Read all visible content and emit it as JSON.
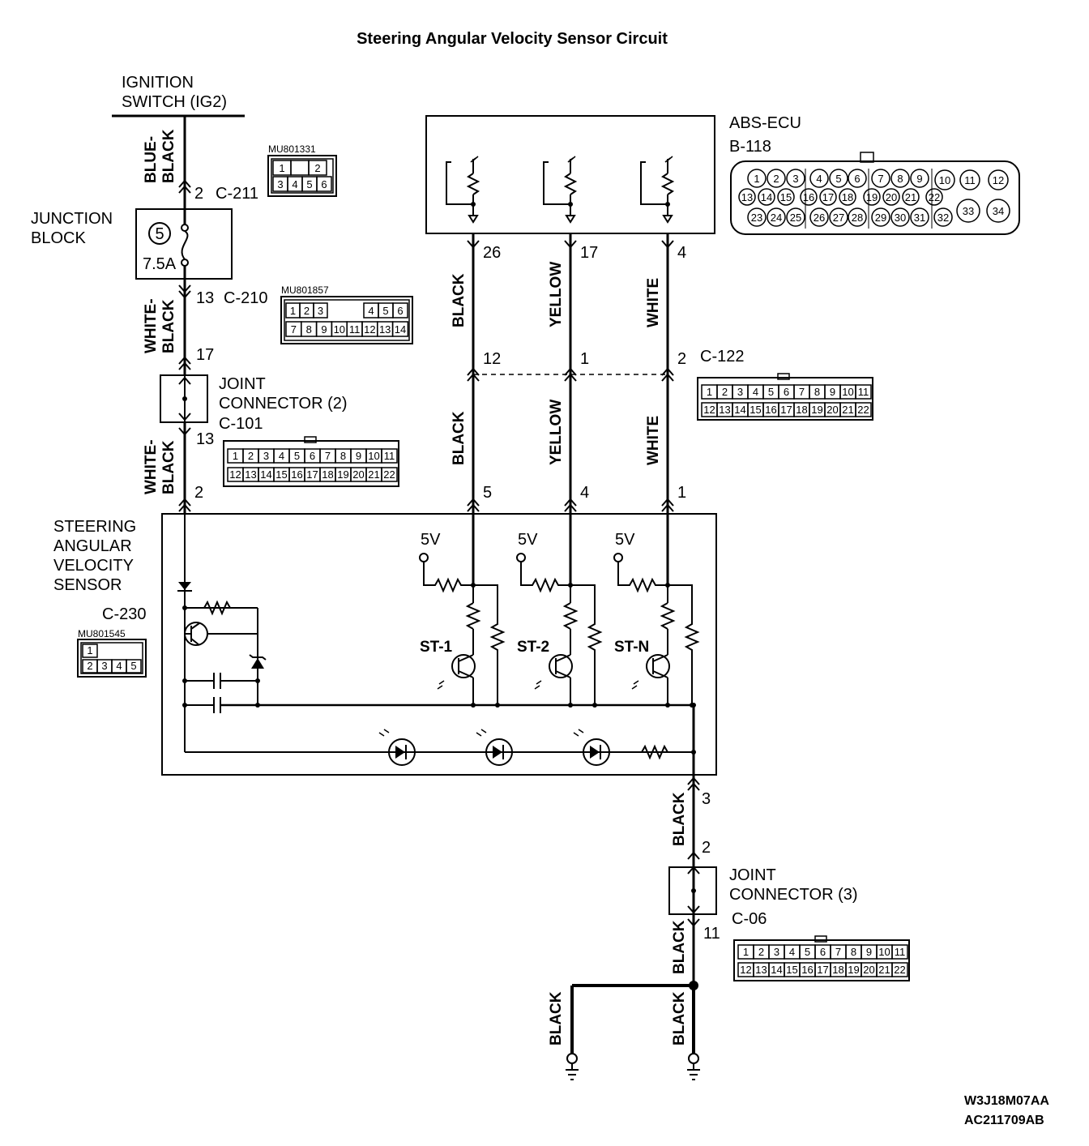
{
  "title": "Steering Angular Velocity Sensor Circuit",
  "components": {
    "ignition_switch": [
      "IGNITION",
      "SWITCH (IG2)"
    ],
    "junction_block": [
      "JUNCTION",
      "BLOCK"
    ],
    "junction_block_fuse_no": "5",
    "junction_block_fuse_rating": "7.5A",
    "joint_connector_2": [
      "JOINT",
      "CONNECTOR (2)"
    ],
    "joint_connector_2_id": "C-101",
    "sensor": [
      "STEERING",
      "ANGULAR",
      "VELOCITY",
      "SENSOR"
    ],
    "sensor_connector_id": "C-230",
    "abs_ecu": "ABS-ECU",
    "abs_ecu_connector_id": "B-118",
    "joint_connector_3": [
      "JOINT",
      "CONNECTOR (3)"
    ],
    "joint_connector_3_id": "C-06",
    "st1": "ST-1",
    "st2": "ST-2",
    "stn": "ST-N",
    "supply_5v": "5V"
  },
  "connectors": {
    "c211": "C-211",
    "c210": "C-210",
    "c122": "C-122",
    "c211_part": "MU801331",
    "c210_part": "MU801857",
    "c230_part": "MU801545"
  },
  "wires": {
    "blue_black": [
      "BLUE-",
      "BLACK"
    ],
    "white_black": [
      "WHITE-",
      "BLACK"
    ],
    "black": "BLACK",
    "yellow": "YELLOW",
    "white": "WHITE"
  },
  "pins": {
    "c211_pin": "2",
    "c210_pin": "13",
    "jc2_in": "17",
    "jc2_out": "13",
    "sensor_in": "2",
    "ecu_26": "26",
    "ecu_17": "17",
    "ecu_4": "4",
    "c122_12": "12",
    "c122_1": "1",
    "c122_2": "2",
    "sensor_5": "5",
    "sensor_4": "4",
    "sensor_1": "1",
    "sensor_gnd": "3",
    "jc3_in": "2",
    "jc3_out": "11"
  },
  "connector_faces": {
    "c211": {
      "top": [
        "1",
        "",
        "2"
      ],
      "bottom": [
        "3",
        "4",
        "5",
        "6"
      ]
    },
    "c210": {
      "top": [
        "1",
        "2",
        "3",
        "4",
        "5",
        "6"
      ],
      "bottom": [
        "7",
        "8",
        "9",
        "10",
        "11",
        "12",
        "13",
        "14"
      ]
    },
    "c101": {
      "top": [
        "1",
        "2",
        "3",
        "4",
        "5",
        "6",
        "7",
        "8",
        "9",
        "10",
        "11"
      ],
      "bottom": [
        "12",
        "13",
        "14",
        "15",
        "16",
        "17",
        "18",
        "19",
        "20",
        "21",
        "22"
      ]
    },
    "c122": {
      "top": [
        "1",
        "2",
        "3",
        "4",
        "5",
        "6",
        "7",
        "8",
        "9",
        "10",
        "11"
      ],
      "bottom": [
        "12",
        "13",
        "14",
        "15",
        "16",
        "17",
        "18",
        "19",
        "20",
        "21",
        "22"
      ]
    },
    "c06": {
      "top": [
        "1",
        "2",
        "3",
        "4",
        "5",
        "6",
        "7",
        "8",
        "9",
        "10",
        "11"
      ],
      "bottom": [
        "12",
        "13",
        "14",
        "15",
        "16",
        "17",
        "18",
        "19",
        "20",
        "21",
        "22"
      ]
    },
    "c230": {
      "top": [
        "1"
      ],
      "bottom": [
        "2",
        "3",
        "4",
        "5"
      ]
    },
    "b118": {
      "row1": [
        "1",
        "2",
        "3",
        "4",
        "5",
        "6",
        "7",
        "8",
        "9",
        "10",
        "11",
        "12"
      ],
      "row2": [
        "13",
        "14",
        "15",
        "16",
        "17",
        "18",
        "19",
        "20",
        "21",
        "22"
      ],
      "row3": [
        "23",
        "24",
        "25",
        "26",
        "27",
        "28",
        "29",
        "30",
        "31",
        "32",
        "33",
        "34"
      ]
    }
  },
  "codes": [
    "W3J18M07AA",
    "AC211709AB"
  ]
}
